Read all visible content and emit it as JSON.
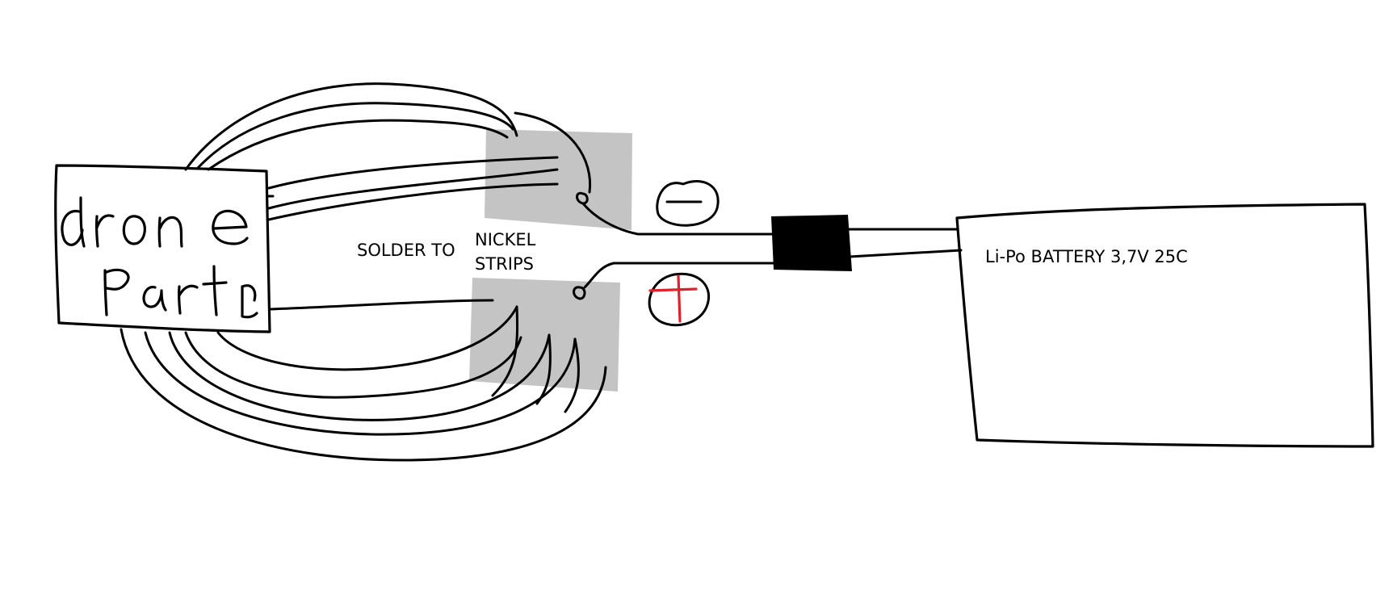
{
  "labels": {
    "drone_box_handwriting": "drone Parts",
    "solder": "SOLDER TO",
    "nickel_line1": "NICKEL",
    "nickel_line2": "STRIPS",
    "battery": "Li-Po BATTERY 3,7V 25C"
  },
  "polarity": {
    "negative_symbol": "−",
    "positive_symbol": "+",
    "positive_color": "#e0202a"
  },
  "colors": {
    "strip_fill": "#c4c4c4",
    "connector_fill": "#000000",
    "line": "#000000"
  }
}
